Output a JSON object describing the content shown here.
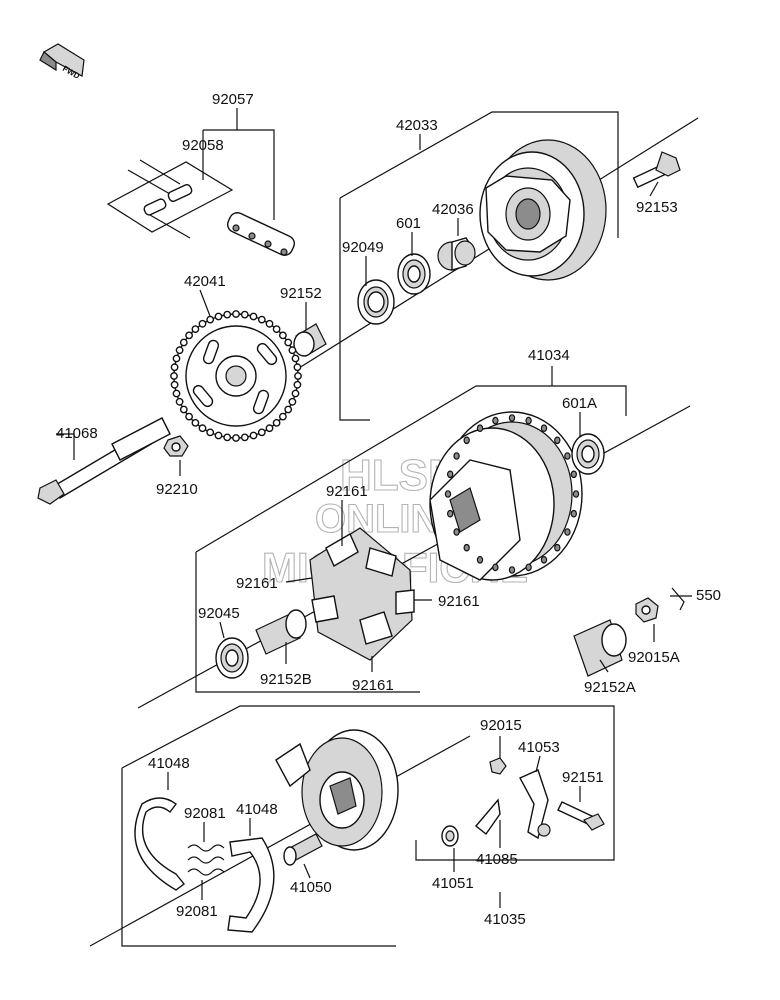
{
  "fwd_badge": "FWD",
  "watermark": {
    "line1": "HLSM",
    "line2": "ONLINE",
    "line3": "MICROFICHE"
  },
  "callouts": {
    "c92057": "92057",
    "c92058": "92058",
    "c42033": "42033",
    "c42036": "42036",
    "c601": "601",
    "c92049": "92049",
    "c92153": "92153",
    "c92152": "92152",
    "c42041": "42041",
    "c41068": "41068",
    "c92210": "92210",
    "c41034": "41034",
    "c601A": "601A",
    "c92161a": "92161",
    "c92161b": "92161",
    "c92161c": "92161",
    "c92161d": "92161",
    "c92045": "92045",
    "c92152B": "92152B",
    "c550": "550",
    "c92015A": "92015A",
    "c92152A": "92152A",
    "c41048a": "41048",
    "c41048b": "41048",
    "c92081a": "92081",
    "c92081b": "92081",
    "c92015": "92015",
    "c41053": "41053",
    "c92151": "92151",
    "c41085": "41085",
    "c41051": "41051",
    "c41050": "41050",
    "c41035": "41035"
  }
}
